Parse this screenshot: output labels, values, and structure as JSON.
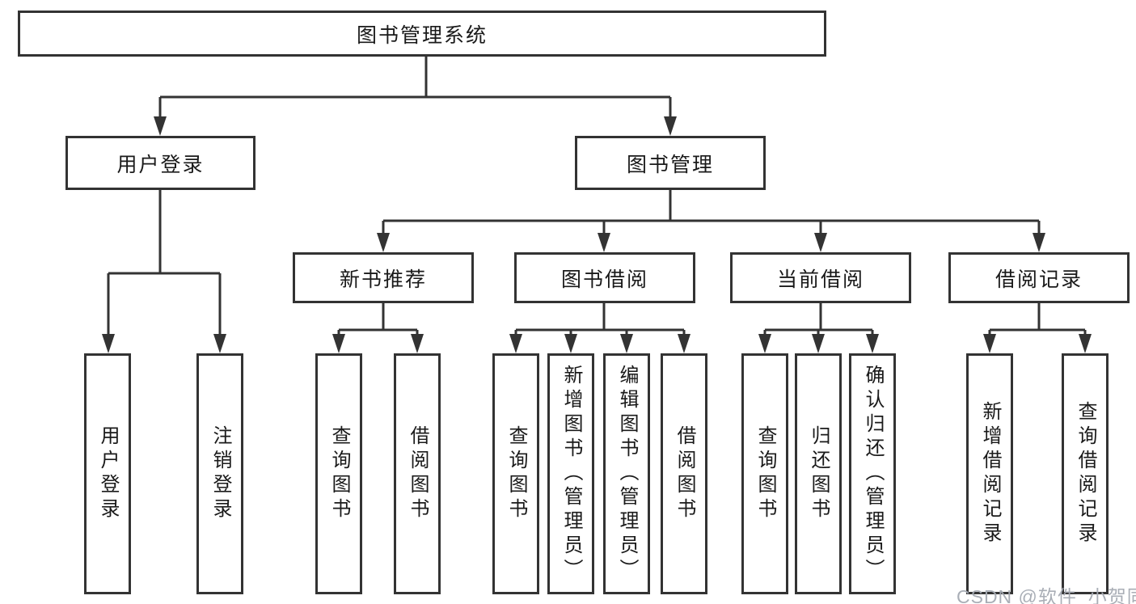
{
  "diagram": {
    "nodes": {
      "root": "图书管理系统",
      "user_login": "用户登录",
      "book_management": "图书管理",
      "new_book_recommend": "新书推荐",
      "book_borrow": "图书借阅",
      "current_borrow": "当前借阅",
      "borrow_records": "借阅记录"
    },
    "leaves": {
      "user_login": [
        "用户登录",
        "注销登录"
      ],
      "new_book": [
        "查询图书",
        "借阅图书"
      ],
      "borrow": [
        "查询图书",
        "新增图书（管理员）",
        "编辑图书（管理员）",
        "借阅图书"
      ],
      "current": [
        "查询图书",
        "归还图书",
        "确认归还（管理员）"
      ],
      "records": [
        "新增借阅记录",
        "查询借阅记录"
      ]
    },
    "line_color": "#333333"
  },
  "watermark": {
    "text": "CSDN @软件_小贺同学"
  }
}
